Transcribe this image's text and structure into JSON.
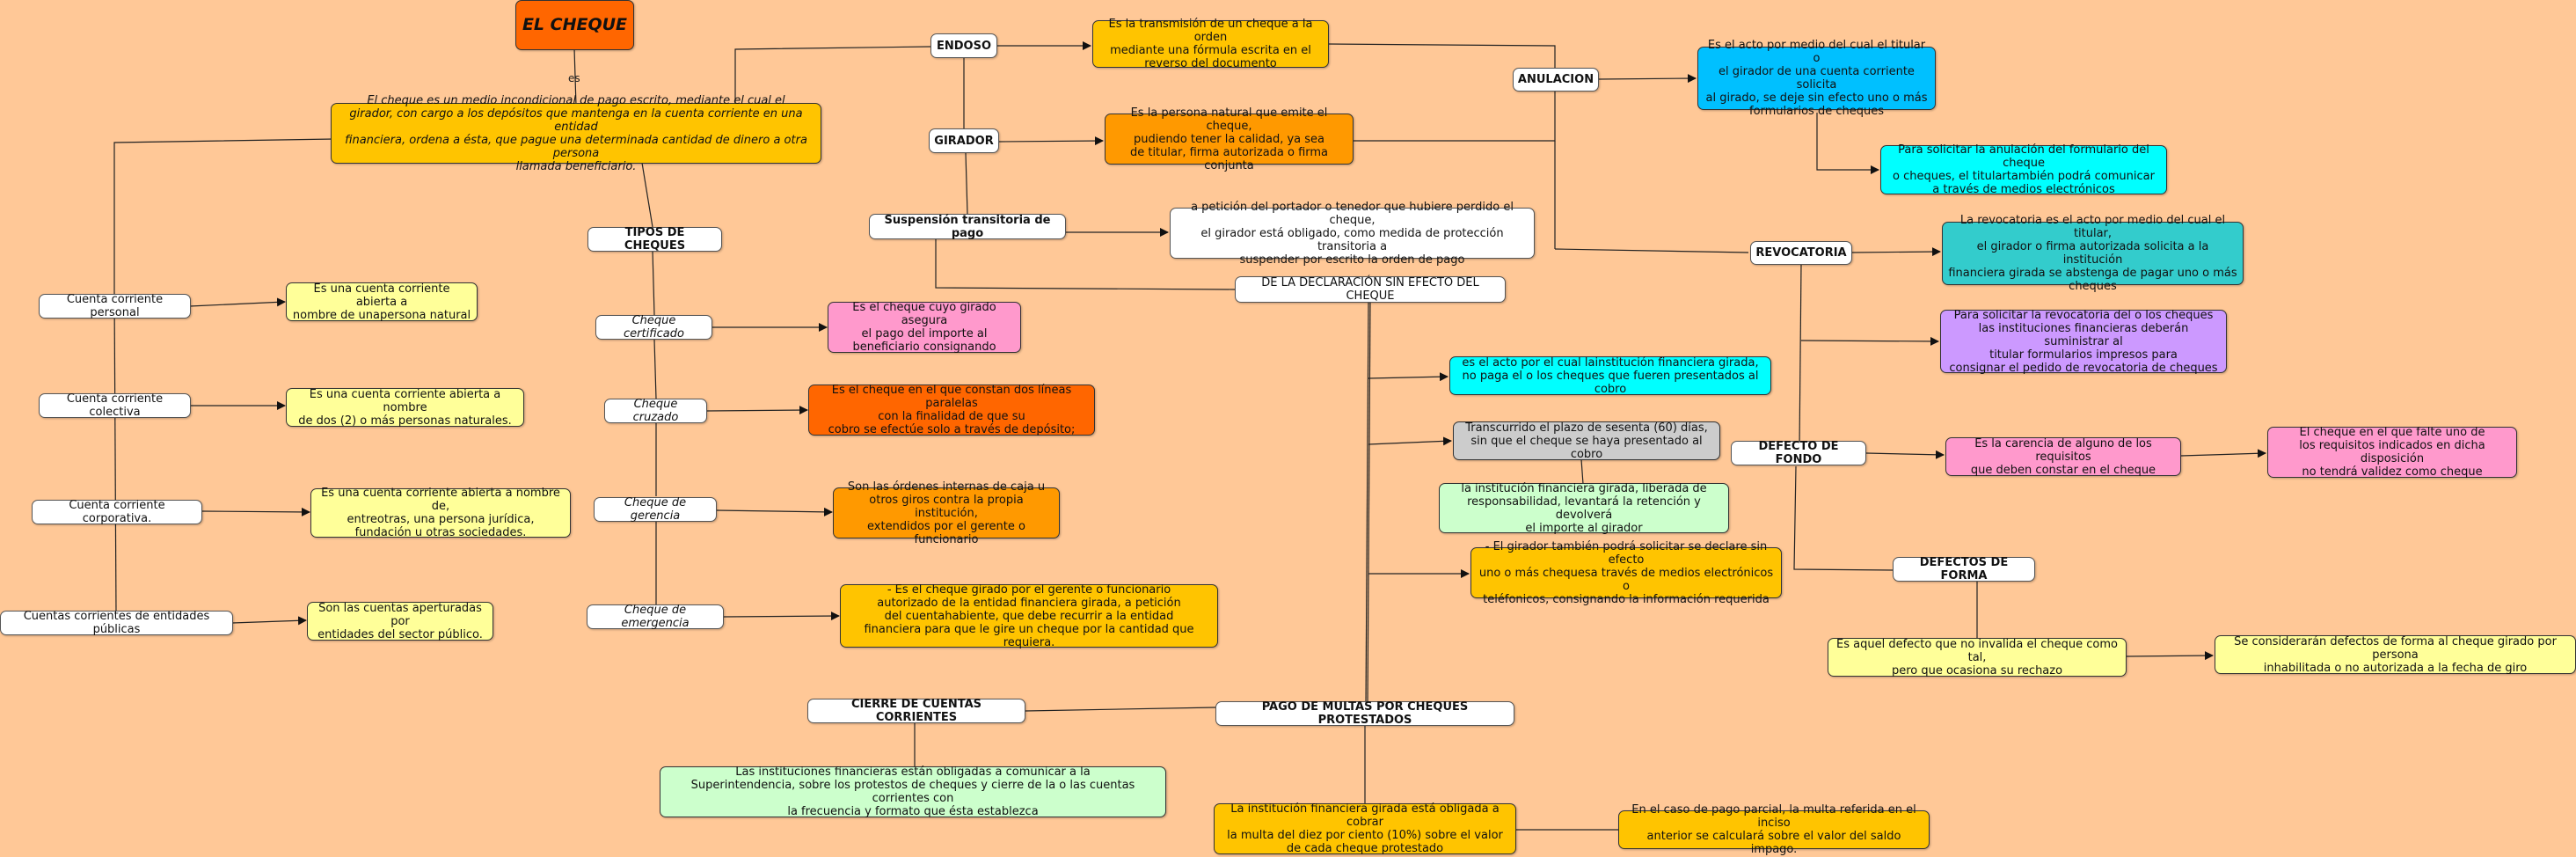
{
  "colors": {
    "background": "#FFC897",
    "title_node": "#ff6600",
    "definition_node": "#ffc400"
  },
  "main": {
    "title": "EL CHEQUE",
    "link_es": "es",
    "definition": "El cheque es un medio incondicional de pago escrito, mediante el cual el\ngirador, con cargo a los depósitos que mantenga en la cuenta corriente en una entidad\nfinanciera, ordena a ésta, que pague una determinada cantidad de dinero a otra persona\nllamada beneficiario."
  },
  "cuentas": {
    "personal": "Cuenta corriente personal",
    "personal_def": "Es una cuenta corriente abierta a\nnombre de unapersona natural",
    "colectiva": "Cuenta corriente colectiva",
    "colectiva_def": "Es una cuenta corriente abierta a nombre\nde dos (2) o más personas naturales.",
    "corporativa": "Cuenta corriente corporativa.",
    "corporativa_def": "Es una cuenta corriente abierta a nombre de,\nentreotras, una persona jurídica,\nfundación u otras sociedades.",
    "publicas": "Cuentas corrientes de entidades públicas",
    "publicas_def": "Son las cuentas aperturadas por\nentidades del sector público."
  },
  "tipos": {
    "label": "TIPOS DE CHEQUES",
    "certificado": "Cheque certificado",
    "certificado_def": "Es el cheque cuyo girado asegura\nel pago del importe al\nbeneficiario consignando",
    "cruzado": "Cheque cruzado",
    "cruzado_def": "Es el cheque en el que constan dos líneas paralelas\ncon la finalidad de que su\ncobro se efectúe solo a través de depósito;",
    "gerencia": "Cheque de gerencia",
    "gerencia_def": "Son las órdenes internas de caja u\notros giros contra la propia institución,\nextendidos por el gerente o funcionario",
    "emergencia": "Cheque de emergencia",
    "emergencia_def": "- Es el cheque girado por el gerente o funcionario\nautorizado de la entidad financiera girada, a petición\ndel cuentahabiente, que debe recurrir a la entidad\nfinanciera para que le gire un cheque por la cantidad que requiera."
  },
  "endoso": {
    "label": "ENDOSO",
    "def": "Es la transmisión de un cheque a la orden\nmediante una fórmula escrita en el\nreverso del documento"
  },
  "girador": {
    "label": "GIRADOR",
    "def": "Es la persona natural que emite el cheque,\npudiendo tener la calidad, ya sea\nde titular, firma autorizada o firma conjunta"
  },
  "suspension": {
    "label": "Suspensión transitoria de pago",
    "def": "a petición del portador o tenedor que hubiere perdido el cheque,\nel girador está obligado, como medida de protección transitoria a\nsuspender por escrito la orden de pago"
  },
  "declaracion": {
    "label": "DE LA DECLARACIÓN SIN EFECTO DEL CHEQUE",
    "def1": "es el acto por el cual lainstitución financiera girada,\nno paga el o los cheques que fueren presentados al cobro",
    "def2": "Transcurrido el plazo de sesenta (60) días,\nsin que el cheque se haya presentado al cobro",
    "def3": "la institución financiera girada, liberada de\nresponsabilidad, levantará la retención y devolverá\nel importe al girador",
    "def4": "- El girador también podrá solicitar se declare sin efecto\nuno o más chequesa través de medios electrónicos o\nteléfonicos, consignando la información requerida"
  },
  "anulacion": {
    "label": "ANULACION",
    "def1": "Es el acto por medio del cual el titular o\nel girador de una cuenta corriente solicita\nal girado, se deje sin efecto uno o más\nformularios de cheques",
    "def2": "Para solicitar la anulación del formulario del cheque\no cheques, el titulartambién podrá comunicar\na través de medios electrónicos"
  },
  "revocatoria": {
    "label": "REVOCATORIA",
    "def1": "La revocatoria es el acto por medio del cual el titular,\nel girador o firma autorizada solicita a la institución\nfinanciera girada se abstenga de pagar uno o más\ncheques",
    "def2": "Para solicitar la revocatoria del o los cheques\nlas instituciones financieras deberán suministrar al\ntitular formularios impresos para\nconsignar el pedido de revocatoria de cheques"
  },
  "defecto_fondo": {
    "label": "DEFECTO DE FONDO",
    "def1": "Es la carencia de alguno de los requisitos\nque deben constar en el cheque",
    "def2": "El cheque en el que falte uno de\nlos requisitos indicados en dicha disposición\nno tendrá validez como cheque"
  },
  "defectos_forma": {
    "label": "DEFECTOS DE FORMA",
    "def1": "Es aquel defecto que no invalida el cheque como tal,\npero que ocasiona su rechazo",
    "def2": "Se considerarán defectos de forma al cheque girado por persona\ninhabilitada o no autorizada a la fecha de giro"
  },
  "cierre": {
    "label": "CIERRE DE CUENTAS CORRIENTES",
    "def": "Las instituciones financieras están obligadas a comunicar a la\nSuperintendencia, sobre los protestos de cheques y cierre de la o las cuentas corrientes con\nla frecuencia y formato que ésta establezca"
  },
  "multas": {
    "label": "PAGO DE MULTAS POR CHEQUES PROTESTADOS",
    "def1": "La institución financiera girada está obligada a cobrar\nla multa del diez por ciento (10%) sobre el valor\nde cada cheque protestado",
    "def2": "En el caso de pago parcial, la multa referida en el inciso\nanterior se calculará sobre el valor del saldo impago."
  }
}
